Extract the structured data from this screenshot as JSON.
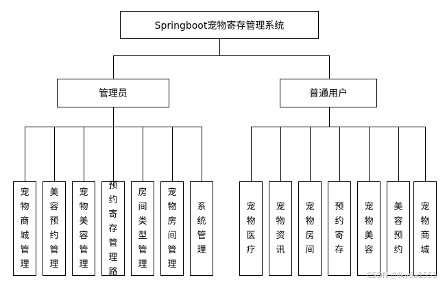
{
  "root": {
    "label": "Springboot宠物寄存管理系统"
  },
  "branches": [
    {
      "label": "管理员",
      "children": [
        "宠物商城管理",
        "美容预约管理",
        "宠物美容管理",
        "预约寄存管理路",
        "房间类型管理",
        "宠物房间管理",
        "系统管理"
      ]
    },
    {
      "label": "普通用户",
      "children": [
        "宠物医疗",
        "宠物资讯",
        "宠物房间",
        "预约寄存",
        "宠物美容",
        "美容预约",
        "宠物商城"
      ]
    }
  ],
  "watermark": "CSDN @lky6a1551"
}
